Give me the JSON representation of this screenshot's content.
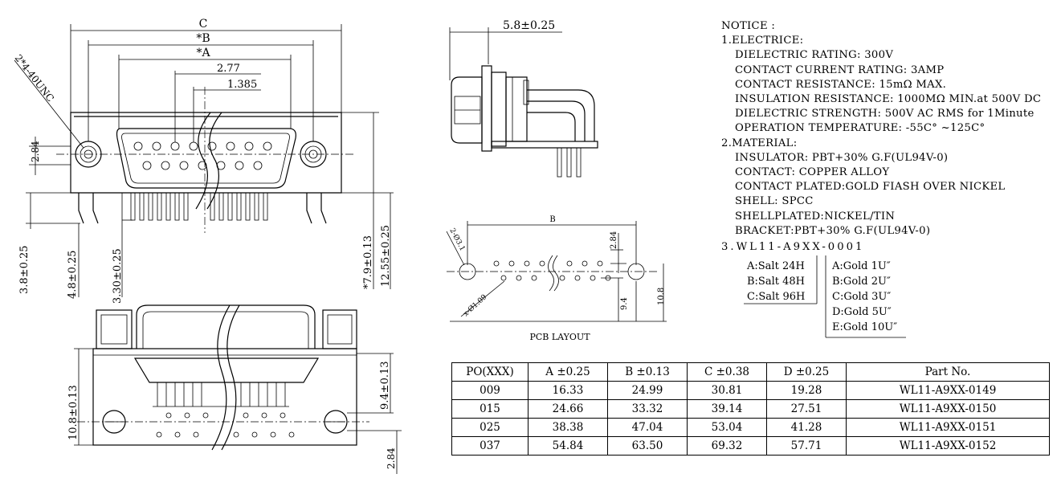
{
  "dimensions": {
    "c": "C",
    "b": "*B",
    "a": "*A",
    "d277": "2.77",
    "d1385": "1.385",
    "unc": "2*4-40UNC",
    "d284_left": "2.84",
    "d38": "3.8±0.25",
    "d48": "4.8±0.25",
    "d330": "3.30±0.25",
    "d79": "*7.9±0.13",
    "d1255": "12.55±0.25",
    "d108": "10.8±0.13",
    "d94": "9.4±0.13",
    "d284_bottom": "2.84",
    "d58": "5.8±0.25"
  },
  "pcb": {
    "b": "B",
    "d284": "2.84",
    "d94": "9.4",
    "d108": "10.8",
    "hole_label": "2-Ø3.1",
    "pin_label": "x-Ø1.09",
    "caption": "PCB LAYOUT"
  },
  "notice": {
    "title": "NOTICE :",
    "electric_header": "1.ELECTRICE:",
    "electric_items": [
      "DIELECTRIC RATING: 300V",
      "CONTACT CURRENT RATING: 3AMP",
      "CONTACT RESISTANCE: 15mΩ MAX.",
      "INSULATION RESISTANCE: 1000MΩ MIN.at 500V DC",
      "DIELECTRIC STRENGTH: 500V AC RMS for 1Minute",
      "OPERATION TEMPERATURE: -55C° ~125C°"
    ],
    "material_header": "2.MATERIAL:",
    "material_items": [
      "INSULATOR: PBT+30% G.F(UL94V-0)",
      "CONTACT: COPPER ALLOY",
      "CONTACT PLATED:GOLD FIASH OVER NICKEL",
      "SHELL: SPCC",
      "SHELLPLATED:NICKEL/TIN",
      "BRACKET:PBT+30% G.F(UL94V-0)"
    ],
    "code": "3.WL11-A9XX-0001",
    "salt_options": [
      "A:Salt 24H",
      "B:Salt 48H",
      "C:Salt 96H"
    ],
    "gold_options": [
      "A:Gold 1U″",
      "B:Gold 2U″",
      "C:Gold 3U″",
      "D:Gold 5U″",
      "E:Gold 10U″"
    ]
  },
  "table": {
    "headers": [
      "PO(XXX)",
      "A ±0.25",
      "B ±0.13",
      "C ±0.38",
      "D ±0.25",
      "Part  No."
    ],
    "rows": [
      [
        "009",
        "16.33",
        "24.99",
        "30.81",
        "19.28",
        "WL11-A9XX-0149"
      ],
      [
        "015",
        "24.66",
        "33.32",
        "39.14",
        "27.51",
        "WL11-A9XX-0150"
      ],
      [
        "025",
        "38.38",
        "47.04",
        "53.04",
        "41.28",
        "WL11-A9XX-0151"
      ],
      [
        "037",
        "54.84",
        "63.50",
        "69.32",
        "57.71",
        "WL11-A9XX-0152"
      ]
    ]
  }
}
